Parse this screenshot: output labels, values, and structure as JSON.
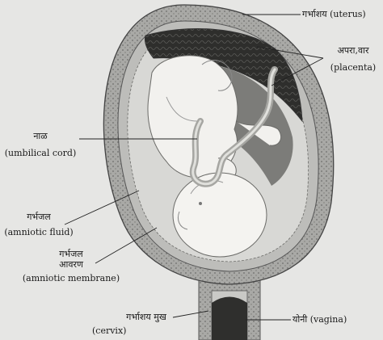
{
  "labels": {
    "uterus": {
      "marathi": "गर्भाशय",
      "english": "(uterus)"
    },
    "placenta": {
      "marathi": "अपरा,वार",
      "english": "(placenta)"
    },
    "umbilical_cord": {
      "marathi": "नाळ",
      "english": "(umbilical cord)"
    },
    "amniotic_fluid": {
      "marathi": "गर्भजल",
      "english": "(amniotic fluid)"
    },
    "amniotic_membrane": {
      "marathi_line1": "गर्भजल",
      "marathi_line2": "आवरण",
      "english": "(amniotic membrane)"
    },
    "cervix": {
      "marathi": "गर्भाशय मुख",
      "english": "(cervix)"
    },
    "vagina": {
      "marathi": "योनी",
      "english": "(vagina)"
    }
  }
}
